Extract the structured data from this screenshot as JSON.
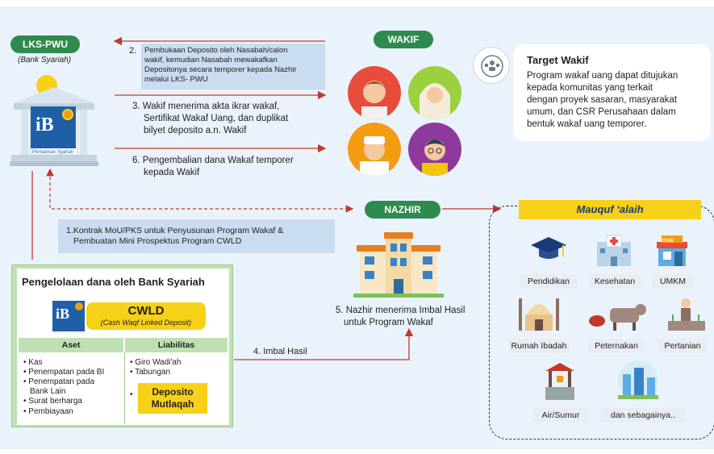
{
  "nodes": {
    "lks_pwu": "LKS-PWU",
    "lks_sub": "(Bank Syariah)",
    "wakif": "WAKIF",
    "nazhir": "NAZHIR",
    "mauquf": "Mauquf ‘alaih"
  },
  "bank_logo": {
    "ib": "iB",
    "caption": "Perbankan Syariah"
  },
  "steps": {
    "s2": [
      "2.",
      "Pembukaan Deposito oleh Nasabah/calon",
      "wakif,  kemudian Nasabah mewakafkan",
      "Depositonya secara temporer kepada Nazhir",
      "melalui LKS- PWU"
    ],
    "s3": [
      "3. Wakif menerima akta ikrar wakaf,",
      "Sertifikat Wakaf Uang, dan duplikat",
      "bilyet deposito a.n. Wakif"
    ],
    "s6": [
      "6. Pengembalian dana Wakaf temporer",
      "kepada Wakif"
    ],
    "s1": [
      "1.Kontrak MoU/PKS untuk Penyusunan Program Wakaf &",
      "Pembuatan Mini Prospektus Program CWLD"
    ],
    "s4": "4. Imbal Hasil",
    "s5": [
      "5. Nazhir menerima Imbal Hasil",
      "untuk Program Wakaf"
    ]
  },
  "target": {
    "title": "Target Wakif",
    "lines": [
      "Program wakaf uang dapat ditujukan",
      "kepada komunitas yang terkait",
      "dengan proyek sasaran, masyarakat",
      "umum, dan CSR Perusahaan dalam",
      "bentuk wakaf uang temporer."
    ]
  },
  "panel": {
    "title": "Pengelolaan dana oleh Bank Syariah",
    "cwld": "CWLD",
    "cwld_sub": "(Cash Waqf Linked Deposit)",
    "aset_header": "Aset",
    "liab_header": "Liabilitas",
    "aset_items": [
      "Kas",
      "Penempatan pada BI",
      "Penempatan pada",
      "Bank Lain",
      "Surat berharga",
      "Pembiayaan"
    ],
    "liab_items": [
      "Giro Wadi'ah",
      "Tabungan"
    ],
    "deposito": [
      "Deposito",
      "Mutlaqah"
    ]
  },
  "mauquf_items": [
    "Pendidikan",
    "Kesehatan",
    "UMKM",
    "Rumah Ibadah",
    "Peternakan",
    "Pertanian",
    "Air/Sumur",
    "dan sebagainya.."
  ],
  "icon_labels": {
    "store": "STORE"
  },
  "colors": {
    "green": "#2f8a4e",
    "red_arrow": "#c0392b",
    "yellow": "#f7d117",
    "navy": "#1a3b7a"
  }
}
